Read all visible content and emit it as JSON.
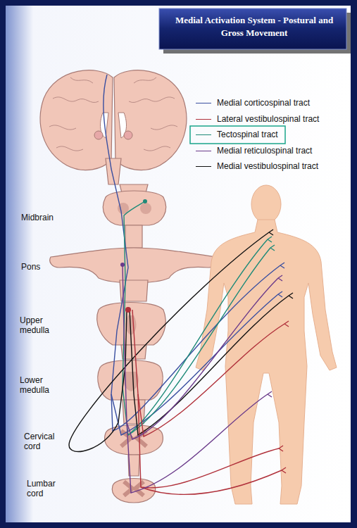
{
  "diagram": {
    "title": "Medial Activation System - Postural and Gross Movement",
    "labels": [
      "Midbrain",
      "Pons",
      "Upper medulla",
      "Lower medulla",
      "Cervical cord",
      "Lumbar cord"
    ],
    "legend": [
      {
        "text": "Medial corticospinal tract"
      },
      {
        "text": "Lateral vestibulospinal tract"
      },
      {
        "text": "Tectospinal tract"
      },
      {
        "text": "Medial reticulospinal tract"
      },
      {
        "text": "Medial vestibulospinal tract"
      }
    ]
  }
}
